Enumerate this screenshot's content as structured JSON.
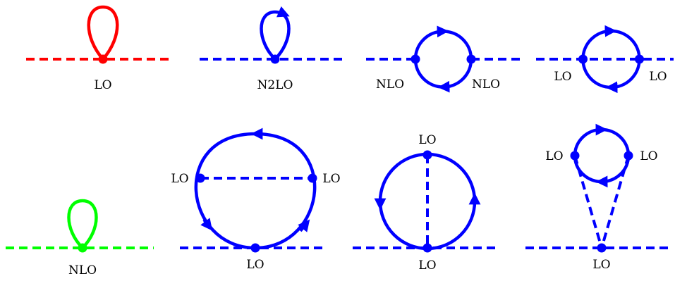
{
  "colors": {
    "red": "#ff0000",
    "blue": "#0000ff",
    "green": "#00ff00"
  },
  "diagrams": [
    {
      "id": "red-tadpole",
      "color": "red",
      "labels": [
        "LO"
      ]
    },
    {
      "id": "blue-tadpole",
      "color": "blue",
      "labels": [
        "N2LO"
      ]
    },
    {
      "id": "bubble-nlo",
      "color": "blue",
      "labels": [
        "NLO",
        "NLO"
      ]
    },
    {
      "id": "bubble-crossed-lo",
      "color": "blue",
      "labels": [
        "LO",
        "LO"
      ]
    },
    {
      "id": "green-tadpole",
      "color": "green",
      "labels": [
        "NLO"
      ]
    },
    {
      "id": "sunset-lo",
      "color": "blue",
      "labels": [
        "LO",
        "LO",
        "LO"
      ]
    },
    {
      "id": "vertical-chord-lo",
      "color": "blue",
      "labels": [
        "LO",
        "LO"
      ]
    },
    {
      "id": "triangle-lo",
      "color": "blue",
      "labels": [
        "LO",
        "LO",
        "LO"
      ]
    }
  ]
}
